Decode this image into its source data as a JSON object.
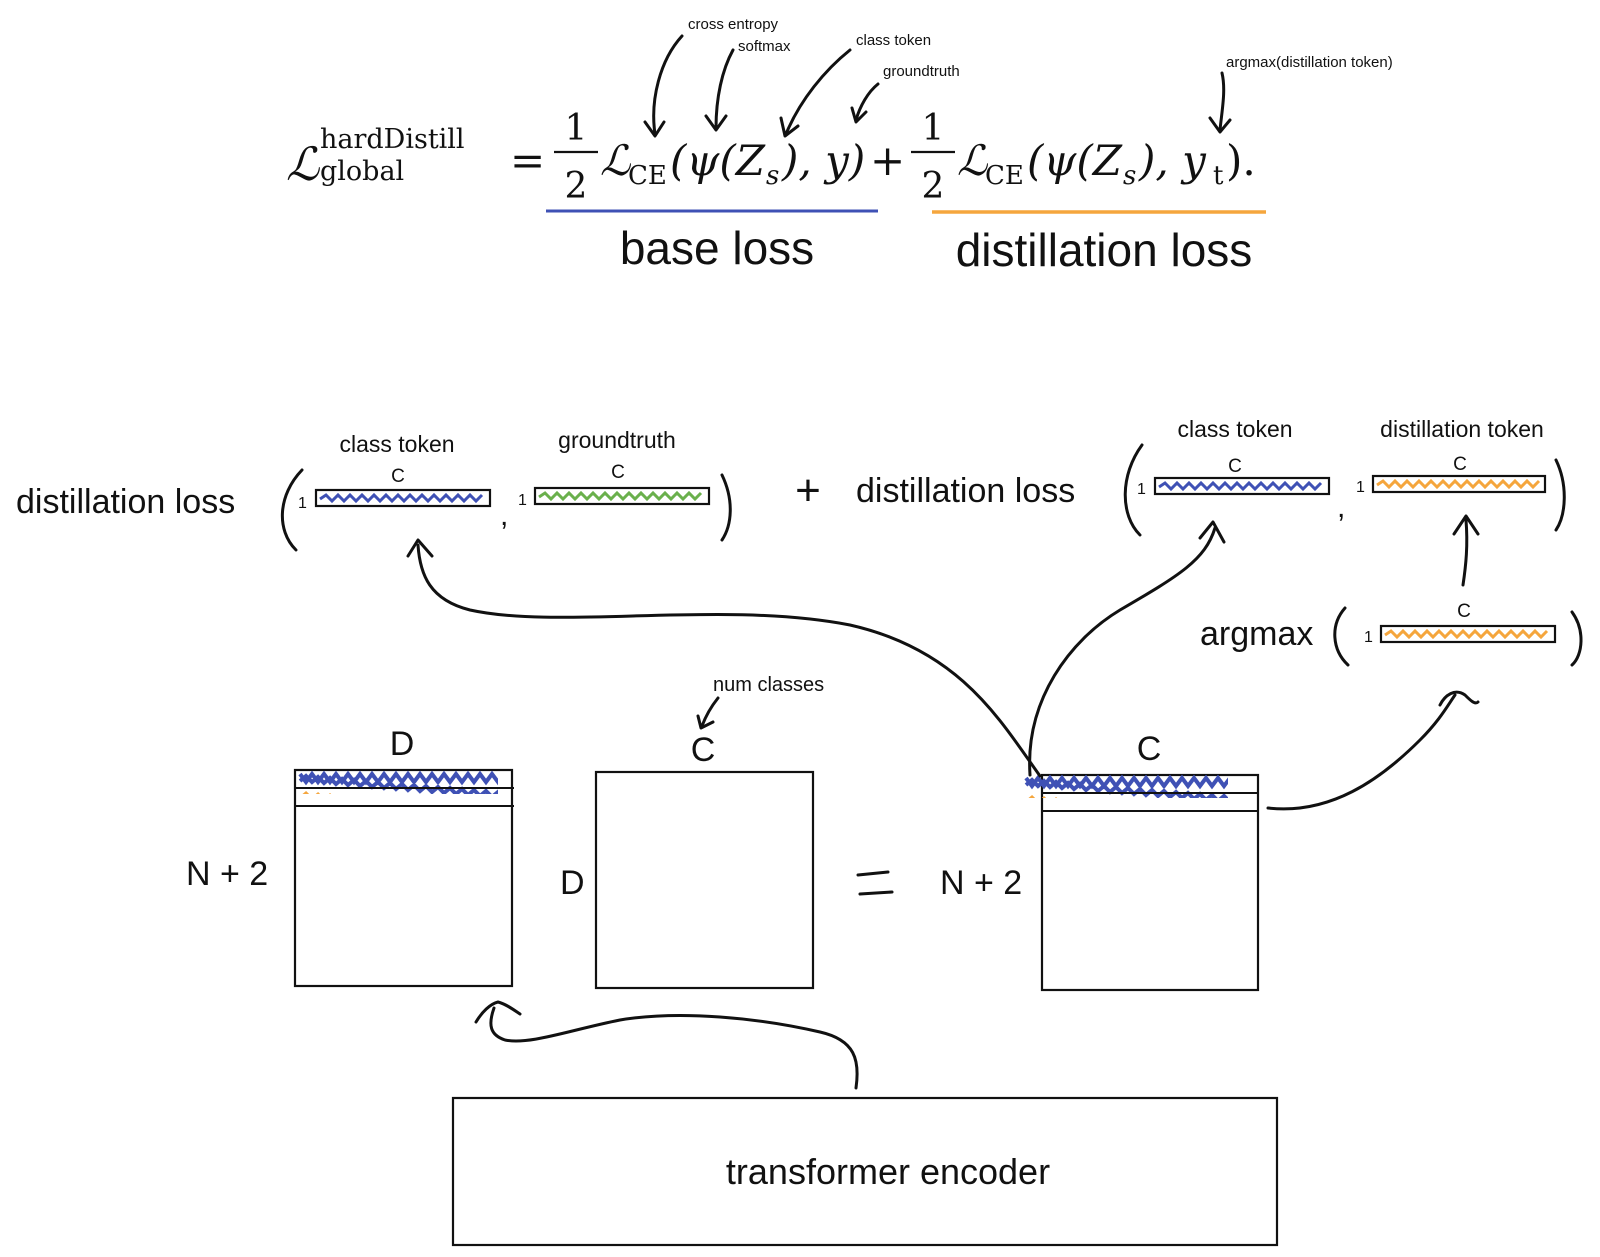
{
  "colors": {
    "class_token": "#3f51b5",
    "distillation_token": "#f5a63d",
    "groundtruth": "#6ab04c",
    "ink": "#111111"
  },
  "formula": {
    "L": "ℒ",
    "superscript": "hardDistill",
    "subscript": "global",
    "equals": "=",
    "half_num": "1",
    "half_den": "2",
    "ce_sub": "CE",
    "term1_args": "(ψ(Z",
    "s_sub": "s",
    "term1_tail": "), y)",
    "plus": "+",
    "term2_tail": "), y",
    "t_sub": "t",
    "term2_end": ")."
  },
  "formula_annotations": {
    "cross_entropy": "cross entropy",
    "softmax": "softmax",
    "class_token": "class token",
    "groundtruth": "groundtruth",
    "argmax": "argmax(distillation token)"
  },
  "underline_labels": {
    "base_loss": "base loss",
    "distillation_loss": "distillation loss"
  },
  "left_loss": {
    "label": "distillation loss",
    "vec1_title": "class token",
    "vec1_dim": "C",
    "vec1_rows": "1",
    "vec2_title": "groundtruth",
    "vec2_dim": "C",
    "vec2_rows": "1",
    "comma": ","
  },
  "plus_sign": "+",
  "right_loss": {
    "label": "distillation loss",
    "vec1_title": "class token",
    "vec1_dim": "C",
    "vec1_rows": "1",
    "vec2_title": "distillation token",
    "vec2_dim": "C",
    "vec2_rows": "1",
    "comma": ","
  },
  "argmax": {
    "label": "argmax",
    "dim": "C",
    "rows": "1"
  },
  "matrices": {
    "m1_cols": "D",
    "m1_rows": "N + 2",
    "m2_cols": "C",
    "m2_rows": "D",
    "m2_note": "num classes",
    "equals": "=",
    "m3_cols": "C",
    "m3_rows": "N + 2"
  },
  "encoder": {
    "label": "transformer encoder"
  }
}
